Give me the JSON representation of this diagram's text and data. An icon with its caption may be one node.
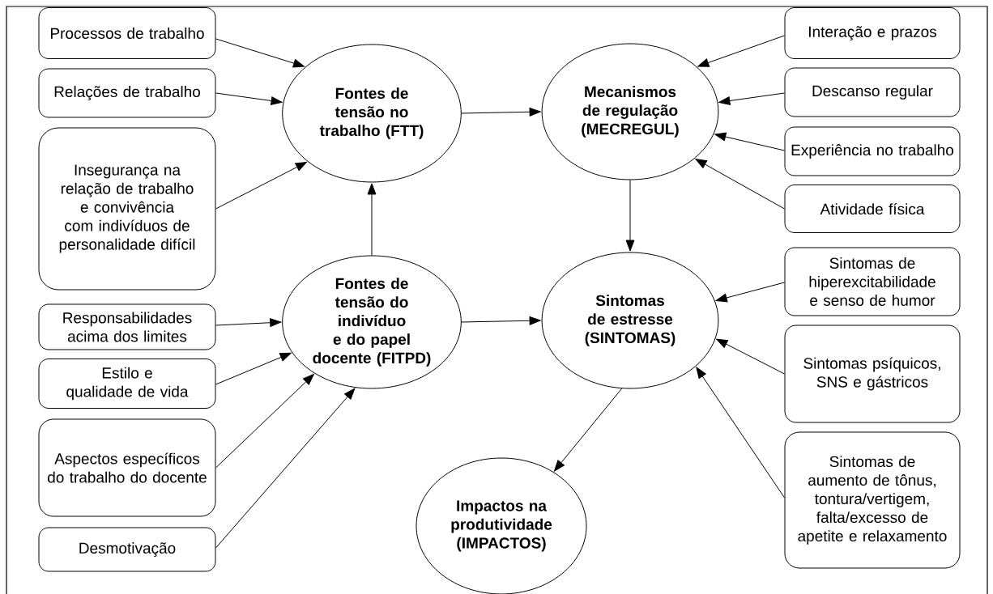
{
  "diagram": {
    "nodes": [
      {
        "text": [
          "Fontes de tensão no trabalho (FTT)"
        ]
      },
      {
        "text": [
          "Mecanismos de regulação (MECREGUL)"
        ]
      },
      {
        "text": [
          "Fontes de tensão do indivíduo e do papel docente (FITPD)"
        ]
      },
      {
        "text": [
          "Sintomas de estresse (SINTOMAS)"
        ]
      },
      {
        "text": [
          "Impactos na produtividade (IMPACTOS)"
        ]
      },
      {
        "text": [
          "Processos de trabalho"
        ]
      },
      {
        "text": [
          "Relações de trabalho"
        ]
      },
      {
        "text": [
          "Insegurança na relação de trabalho e convivência com indivíduos de personalidade difícil"
        ]
      },
      {
        "text": [
          "Responsabilidades acima dos limites"
        ]
      },
      {
        "text": [
          "Estilo e qualidade de vida"
        ]
      },
      {
        "text": [
          "Aspectos específicos do trabalho do docente"
        ]
      },
      {
        "text": [
          "Desmotivação"
        ]
      },
      {
        "text": [
          "Interação e prazos"
        ]
      },
      {
        "text": [
          "Descanso regular"
        ]
      },
      {
        "text": [
          "Experiência no trabalho"
        ]
      },
      {
        "text": [
          "Atividade física"
        ]
      },
      {
        "text": [
          "Sintomas de hiperexcitabilidade e senso de humor"
        ]
      },
      {
        "text": [
          "Sintomas psíquicos, SNS e gástricos"
        ]
      },
      {
        "text": [
          "Sintomas de aumento de tônus, tontura/vertigem, falta/excesso de apetite e relaxamento"
        ]
      }
    ],
    "edges": [
      {
        "from": 5,
        "to": 0,
        "arrow": "to"
      },
      {
        "from": 6,
        "to": 0,
        "arrow": "to"
      },
      {
        "from": 7,
        "to": 0,
        "arrow": "to"
      },
      {
        "from": 2,
        "to": 0,
        "arrow": "to"
      },
      {
        "from": 0,
        "to": 1,
        "arrow": "to"
      },
      {
        "from": 12,
        "to": 1,
        "arrow": "to"
      },
      {
        "from": 13,
        "to": 1,
        "arrow": "to"
      },
      {
        "from": 14,
        "to": 1,
        "arrow": "to"
      },
      {
        "from": 15,
        "to": 1,
        "arrow": "to"
      },
      {
        "from": 1,
        "to": 3,
        "arrow": "to"
      },
      {
        "from": 2,
        "to": 3,
        "arrow": "to"
      },
      {
        "from": 8,
        "to": 2,
        "arrow": "to"
      },
      {
        "from": 9,
        "to": 2,
        "arrow": "to"
      },
      {
        "from": 10,
        "to": 2,
        "arrow": "to"
      },
      {
        "from": 11,
        "to": 2,
        "arrow": "to"
      },
      {
        "from": 16,
        "to": 3,
        "arrow": "to"
      },
      {
        "from": 17,
        "to": 3,
        "arrow": "to"
      },
      {
        "from": 18,
        "to": 3,
        "arrow": "to"
      },
      {
        "from": 3,
        "to": 4,
        "arrow": "to"
      }
    ]
  }
}
